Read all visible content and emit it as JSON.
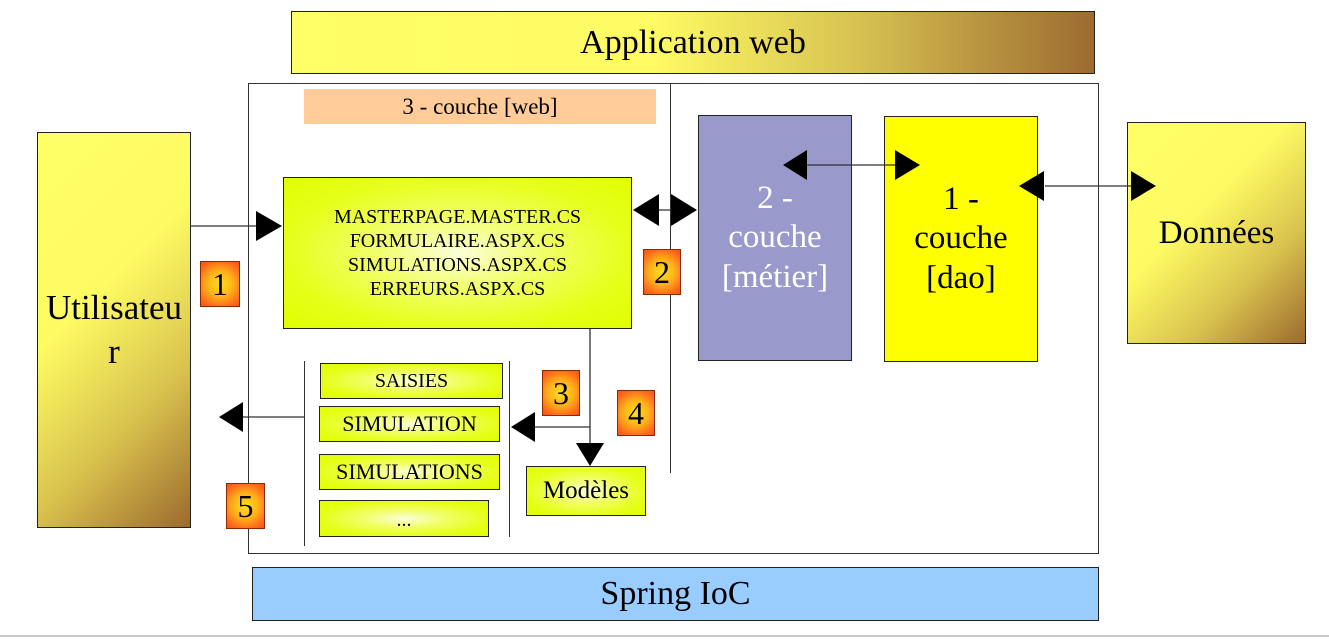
{
  "diagram": {
    "title": "Application web",
    "footer": "Spring IoC",
    "web_layer": {
      "label": "3 - couche [web]",
      "controllers": [
        "MASTERPAGE.MASTER.CS",
        "FORMULAIRE.ASPX.CS",
        "SIMULATIONS.ASPX.CS",
        "ERREURS.ASPX.CS"
      ],
      "views": [
        "SAISIES",
        "SIMULATION",
        "SIMULATIONS",
        "..."
      ],
      "models": "Modèles"
    },
    "user": {
      "line1": "Utilisateu",
      "line2": "r"
    },
    "metier": {
      "line1": "2 -",
      "line2": "couche",
      "line3": "[métier]"
    },
    "dao": {
      "line1": "1 -",
      "line2": "couche",
      "line3": "[dao]"
    },
    "data": "Données",
    "steps": [
      "1",
      "2",
      "3",
      "4",
      "5"
    ],
    "colors": {
      "metier": "#9999cc",
      "dao": "#ffff00",
      "web_label": "#ffcc99",
      "spring": "#99ccff",
      "controller": "#e6ff00"
    }
  }
}
